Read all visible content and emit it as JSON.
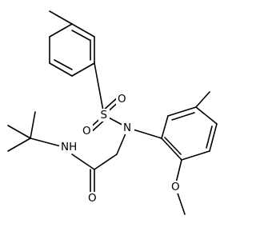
{
  "structure": {
    "atom_labels": {
      "sulfur": "S",
      "sulfonyl_oxygen_upper": "O",
      "sulfonyl_oxygen_lower": "O",
      "sulfonamide_nitrogen": "N",
      "amide_nh": "NH",
      "carbonyl_oxygen": "O",
      "methoxy_oxygen": "O"
    }
  }
}
